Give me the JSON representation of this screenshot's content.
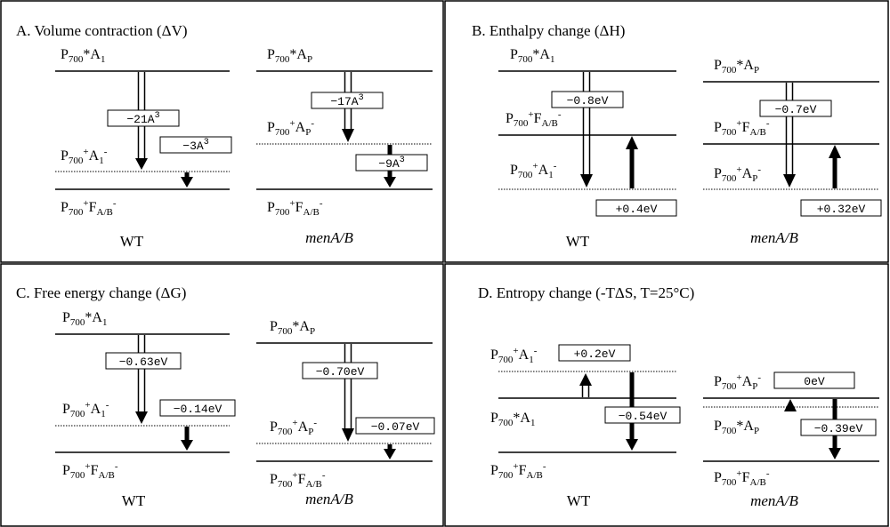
{
  "panels": {
    "a": {
      "title": "A. Volume contraction (ΔV)",
      "wt": {
        "state_top": "P700*A1",
        "state_mid": "P700+A1-",
        "state_bot": "P700+FA/B-",
        "hollow_value": "−21A3",
        "solid_value": "−3A3",
        "caption": "WT"
      },
      "mut": {
        "state_top": "P700*AP",
        "state_mid": "P700+AP-",
        "state_bot": "P700+FA/B-",
        "hollow_value": "−17A3",
        "solid_value": "−9A3",
        "caption": "menA/B"
      }
    },
    "b": {
      "title": "B. Enthalpy change (ΔH)",
      "wt": {
        "state_top": "P700*A1",
        "state_mid": "P700+FA/B-",
        "state_bot": "P700+A1-",
        "hollow_value": "−0.8eV",
        "solid_value": "+0.4eV",
        "caption": "WT"
      },
      "mut": {
        "state_top": "P700*AP",
        "state_mid": "P700+FA/B-",
        "state_bot": "P700+AP-",
        "hollow_value": "−0.7eV",
        "solid_value": "+0.32eV",
        "caption": "menA/B"
      }
    },
    "c": {
      "title": "C. Free energy change (ΔG)",
      "wt": {
        "state_top": "P700*A1",
        "state_mid": "P700+A1-",
        "state_bot": "P700+FA/B-",
        "hollow_value": "−0.63eV",
        "solid_value": "−0.14eV",
        "caption": "WT"
      },
      "mut": {
        "state_top": "P700*AP",
        "state_mid": "P700+AP-",
        "state_bot": "P700+FA/B-",
        "hollow_value": "−0.70eV",
        "solid_value": "−0.07eV",
        "caption": "menA/B"
      }
    },
    "d": {
      "title": "D. Entropy change (-TΔS, T=25°C)",
      "wt": {
        "state_top": "P700+A1-",
        "state_mid": "P700*A1",
        "state_bot": "P700+FA/B-",
        "hollow_value": "+0.2eV",
        "solid_value": "−0.54eV",
        "caption": "WT"
      },
      "mut": {
        "state_top": "P700+AP-",
        "state_mid": "P700*AP",
        "state_bot": "P700+FA/B-",
        "hollow_value": "0eV",
        "solid_value": "−0.39eV",
        "caption": "menA/B"
      }
    }
  }
}
